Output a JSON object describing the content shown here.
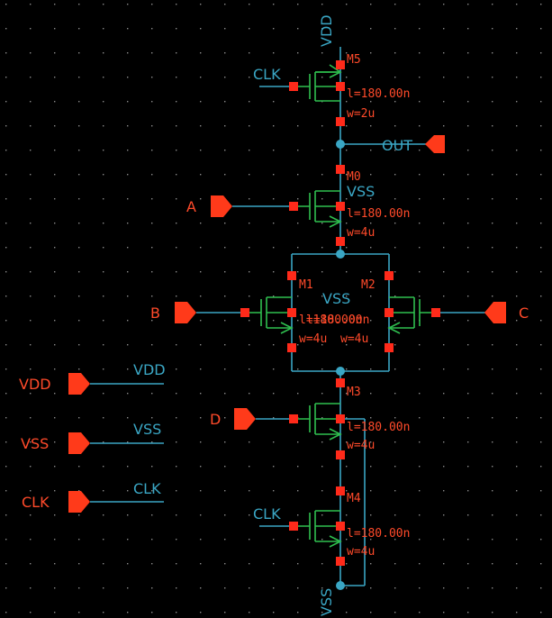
{
  "nets": {
    "vdd_top": "VDD",
    "vss_bottom": "VSS",
    "out": "OUT",
    "clk_m5": "CLK",
    "clk_m4": "CLK",
    "vss_m0": "VSS",
    "vss_m1m2": "VSS"
  },
  "ports": {
    "out": "OUT",
    "a": "A",
    "b": "B",
    "c": "C",
    "d": "D",
    "vdd": "VDD",
    "vss": "VSS",
    "clk": "CLK"
  },
  "port_nets": {
    "vdd": "VDD",
    "vss": "VSS",
    "clk": "CLK"
  },
  "devices": {
    "m5": {
      "name": "M5",
      "l": "l=180.00n",
      "w": "w=2u"
    },
    "m0": {
      "name": "M0",
      "l": "l=180.00n",
      "w": "w=4u"
    },
    "m1": {
      "name": "M1",
      "l": "l=180.00n",
      "w": "w=4u"
    },
    "m2": {
      "name": "M2",
      "l": "l=180.00n",
      "w": "w=4u"
    },
    "m3": {
      "name": "M3",
      "l": "l=180.00n",
      "w": "w=4u"
    },
    "m4": {
      "name": "M4",
      "l": "l=180.00n",
      "w": "w=4u"
    }
  },
  "colors": {
    "background": "#000000",
    "wire": "#3aa6c4",
    "device": "#2fbf4f",
    "pin": "#ff2a1a",
    "label": "#ff4a2a"
  }
}
